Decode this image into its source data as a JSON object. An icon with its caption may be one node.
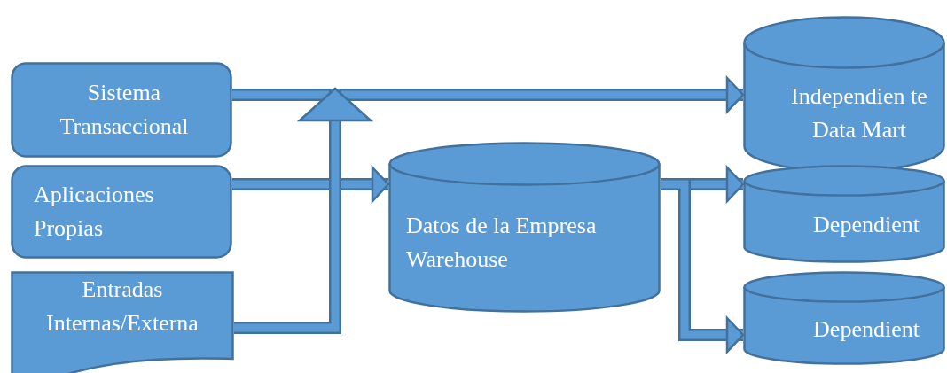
{
  "diagram": {
    "nodes": [
      {
        "text": [
          "Sistema Transaccional"
        ]
      },
      {
        "text": [
          "Aplicaciones Propias"
        ]
      },
      {
        "text": [
          "Entradas Internas/Externa"
        ]
      },
      {
        "text": [
          "Datos de la Empresa Warehouse"
        ]
      },
      {
        "text": [
          "Independien te Data Mart"
        ]
      },
      {
        "text": [
          "Dependient"
        ]
      },
      {
        "text": [
          "Dependient"
        ]
      }
    ],
    "edges": [
      {
        "from": 0,
        "to": 4,
        "arrow": "to"
      },
      {
        "from": 1,
        "to": 3,
        "arrow": "to"
      },
      {
        "from": 2,
        "to": null,
        "arrow": "to"
      },
      {
        "from": 3,
        "to": 5,
        "arrow": "to"
      },
      {
        "from": 3,
        "to": 6,
        "arrow": "to"
      }
    ]
  }
}
